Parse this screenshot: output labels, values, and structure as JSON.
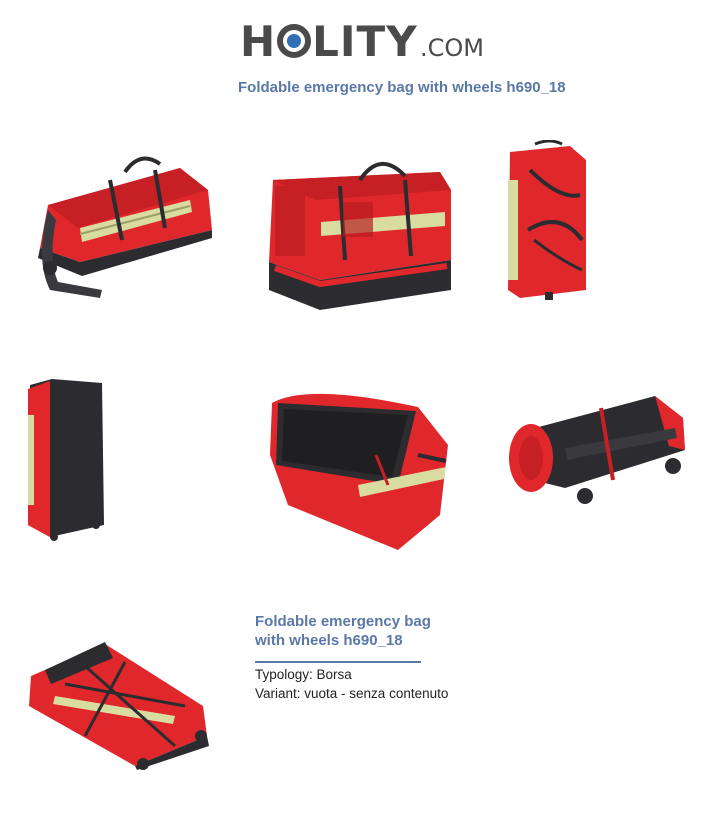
{
  "brand": {
    "logo_left": "H",
    "logo_right": "LITY",
    "logo_suffix": ".COM",
    "accent_color": "#2f6fb5"
  },
  "header": {
    "title": "Foldable emergency bag with wheels h690_18"
  },
  "product": {
    "title_line1": "Foldable emergency bag",
    "title_line2": "with wheels h690_18",
    "specs": [
      {
        "label": "Typology",
        "value": "Borsa",
        "text": "Typology: Borsa"
      },
      {
        "label": "Variant",
        "value": "vuota - senza contenuto",
        "text": "Variant: vuota - senza contenuto"
      }
    ]
  },
  "colors": {
    "bag_red": "#e0282c",
    "bag_dark": "#2c2c30",
    "reflective": "#d9dca0",
    "title_blue": "#5a78a8"
  }
}
